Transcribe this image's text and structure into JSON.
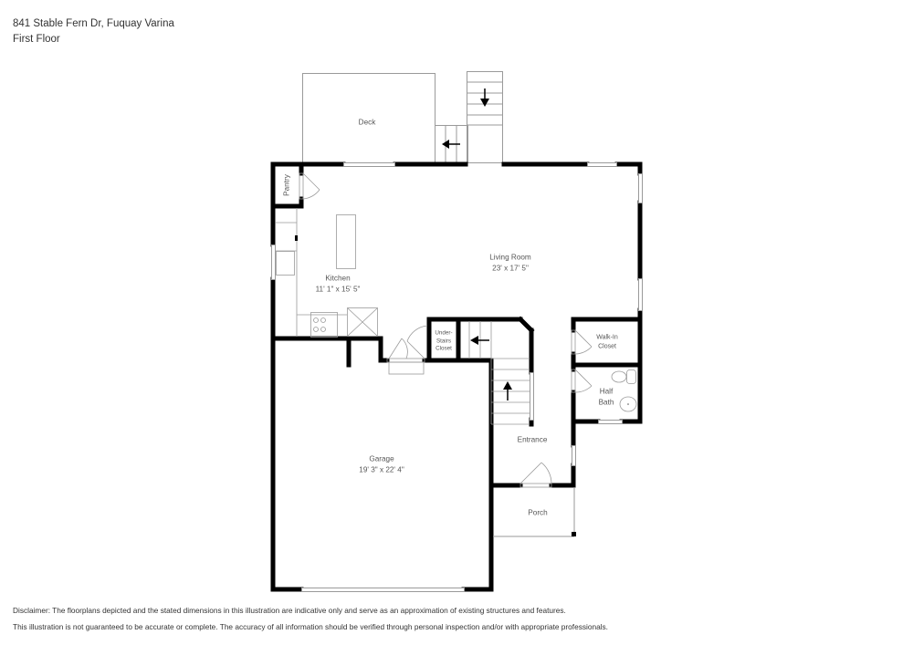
{
  "header": {
    "address": "841 Stable Fern Dr, Fuquay Varina",
    "floor": "First Floor"
  },
  "rooms": {
    "deck": {
      "name": "Deck"
    },
    "pantry": {
      "name": "Pantry"
    },
    "kitchen": {
      "name": "Kitchen",
      "dims": "11' 1\" x 15' 5\""
    },
    "living_room": {
      "name": "Living Room",
      "dims": "23' x 17' 5\""
    },
    "under_stairs_closet": {
      "line1": "Under-",
      "line2": "Stairs",
      "line3": "Closet"
    },
    "walk_in_closet": {
      "line1": "Walk-In",
      "line2": "Closet"
    },
    "half_bath": {
      "line1": "Half",
      "line2": "Bath"
    },
    "entrance": {
      "name": "Entrance"
    },
    "garage": {
      "name": "Garage",
      "dims": "19' 3\" x 22' 4\""
    },
    "porch": {
      "name": "Porch"
    }
  },
  "disclaimer": {
    "line1": "Disclaimer: The floorplans depicted and the stated dimensions in this illustration are indicative only and serve as an approximation of existing structures and features.",
    "line2": "This illustration is not guaranteed to be accurate or complete. The accuracy of all information should be verified through personal inspection and/or with appropriate professionals."
  },
  "colors": {
    "wall": "#000000",
    "thin_line": "#9a9a9a",
    "text": "#555555"
  }
}
